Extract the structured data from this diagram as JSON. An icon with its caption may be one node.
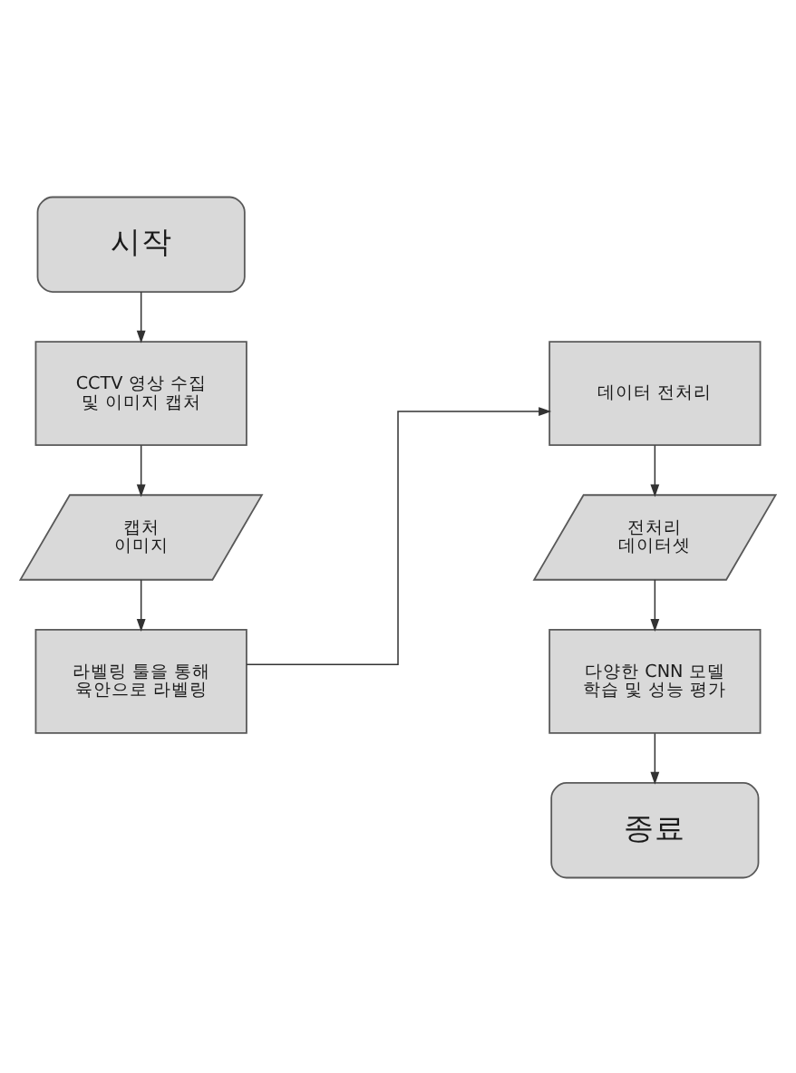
{
  "diagram": {
    "nodes": [
      {
        "text": [
          "시작"
        ]
      },
      {
        "text": [
          "CCTV 영상 수집 및 이미지 캡처"
        ]
      },
      {
        "text": [
          "캡처 이미지"
        ]
      },
      {
        "text": [
          "라벨링 툴을 통해 육안으로 라벨링"
        ]
      },
      {
        "text": [
          "데이터 전처리"
        ]
      },
      {
        "text": [
          "전처리 데이터셋"
        ]
      },
      {
        "text": [
          "다양한 CNN 모델 학습 및 성능 평가"
        ]
      },
      {
        "text": [
          "종료"
        ]
      }
    ],
    "edges": [
      {
        "from": 0,
        "to": 1,
        "arrow": "to"
      },
      {
        "from": 1,
        "to": 2,
        "arrow": "to"
      },
      {
        "from": 2,
        "to": 3,
        "arrow": "to"
      },
      {
        "from": 3,
        "to": 4,
        "arrow": "to"
      },
      {
        "from": 4,
        "to": 5,
        "arrow": "to"
      },
      {
        "from": 5,
        "to": 6,
        "arrow": "to"
      },
      {
        "from": 6,
        "to": 7,
        "arrow": "to"
      }
    ]
  }
}
